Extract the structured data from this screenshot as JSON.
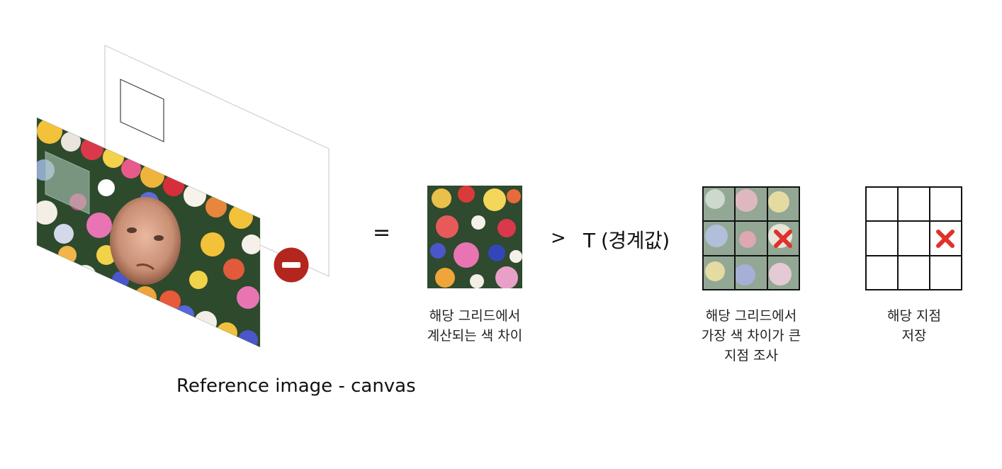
{
  "reference_caption": "Reference image - canvas",
  "equals_symbol": "=",
  "greater_symbol": ">",
  "threshold_label": "T (경계값)",
  "captions": {
    "diff_patch": [
      "해당 그리드에서",
      "계산되는 색 차이"
    ],
    "max_point": [
      "해당 그리드에서",
      "가장 색 차이가 큰",
      "지점 조사"
    ],
    "save_point": [
      "해당 지점",
      "저장"
    ]
  },
  "colors": {
    "minus_circle": "#b3261e",
    "marker_x": "#e0312a",
    "grid_line": "#111111",
    "canvas_border": "#cfcfcf"
  },
  "icons": {
    "subtract": "minus-circle-icon",
    "marker": "x-mark-icon"
  }
}
